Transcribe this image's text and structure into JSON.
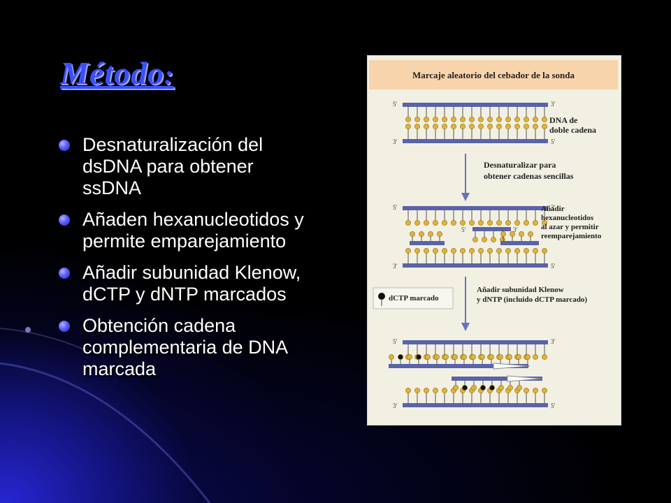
{
  "slide": {
    "title": "Método",
    "title_colon": ":",
    "bullets": [
      "Desnaturalización del dsDNA para obtener ssDNA",
      "Añaden hexanucleotidos y permite emparejamiento",
      "Añadir subunidad Klenow, dCTP y dNTP marcados",
      "Obtención cadena complementaria de DNA marcada"
    ]
  },
  "figure": {
    "header": "Marcaje aleatorio del cebador de la sonda",
    "step1_label_1": "DNA de",
    "step1_label_2": "doble cadena",
    "step2_label_1": "Desnaturalizar para",
    "step2_label_2": "obtener cadenas sencillas",
    "step3_label_1": "Añadir",
    "step3_label_2": "hexanucleotidos",
    "step3_label_3": "al azar y permitir",
    "step3_label_4": "reemparejamiento",
    "legend": "dCTP marcado",
    "step4_label_1": "Añadir subunidad Klenow",
    "step4_label_2": "y dNTP (incluido dCTP marcado)",
    "end5": "5'",
    "end3": "3'",
    "colors": {
      "header_bg": "#f8d4ac",
      "strand": "#5a62a8",
      "nucleotide": "#e0b23a",
      "labeled": "#111111",
      "arrow": "#6a72b8"
    }
  }
}
